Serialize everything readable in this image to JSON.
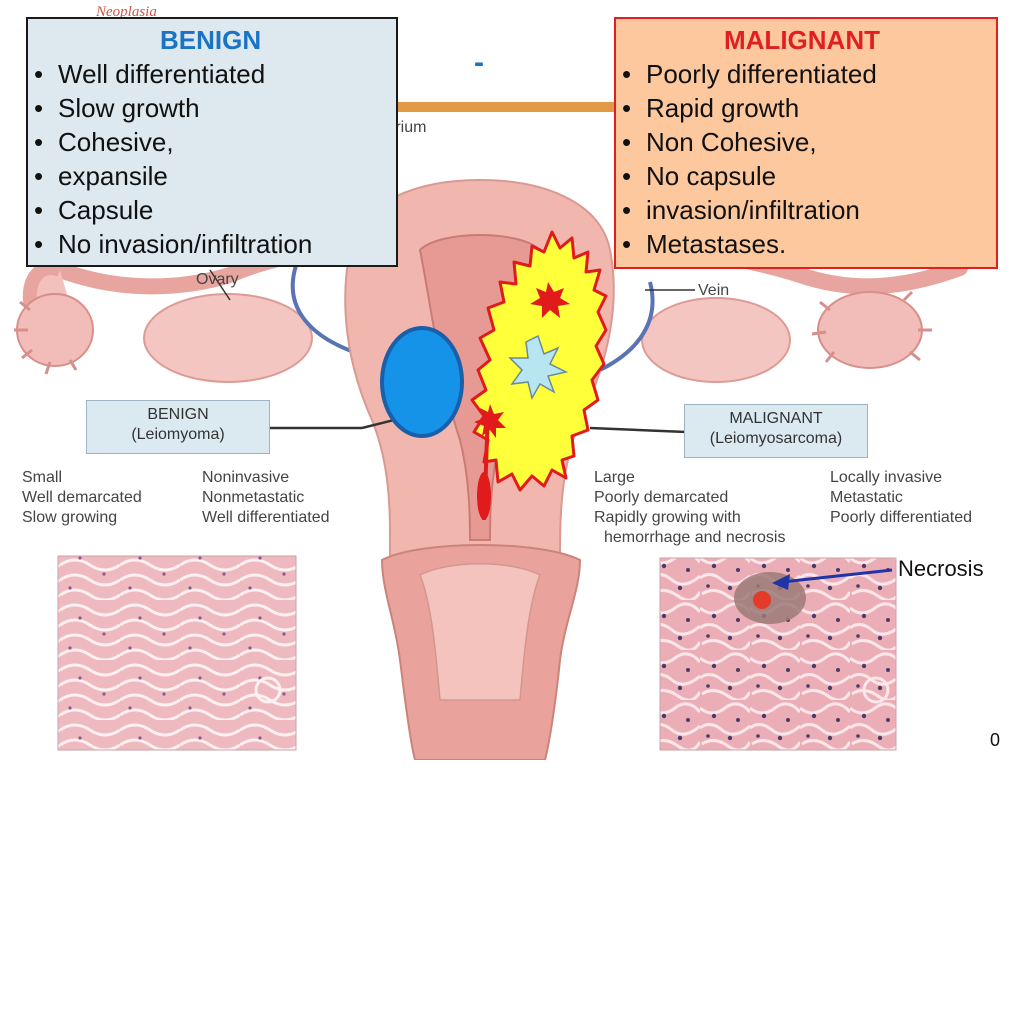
{
  "header": {
    "faint_title": "Neoplasia",
    "dash": "-"
  },
  "benign_box": {
    "title": "BENIGN",
    "items": [
      "Well differentiated",
      "Slow growth",
      "Cohesive,",
      "expansile",
      "Capsule",
      "No invasion/infiltration"
    ]
  },
  "malignant_box": {
    "title": "MALIGNANT",
    "items": [
      "Poorly differentiated",
      "Rapid growth",
      "Non Cohesive,",
      "No capsule",
      "invasion/infiltration",
      "Metastases."
    ]
  },
  "figure": {
    "labels": {
      "endometrium": "etrium",
      "ovary": "Ovary",
      "vein": "Vein"
    },
    "benign_label": {
      "line1": "BENIGN",
      "line2": "(Leiomyoma)"
    },
    "malignant_label": {
      "line1": "MALIGNANT",
      "line2": "(Leiomyosarcoma)"
    },
    "benign_features_col1": [
      "Small",
      "Well demarcated",
      "Slow growing"
    ],
    "benign_features_col2": [
      "Noninvasive",
      "Nonmetastatic",
      "Well differentiated"
    ],
    "malignant_features_col1": [
      "Large",
      "Poorly demarcated",
      "Rapidly growing with",
      "hemorrhage and necrosis"
    ],
    "malignant_features_col2": [
      "Locally invasive",
      "Metastatic",
      "Poorly differentiated"
    ],
    "necrosis_label": "Necrosis"
  },
  "page_number": "0",
  "colors": {
    "benign_title": "#1a73c4",
    "malignant_title": "#e02020",
    "benign_box_bg": "#dde9ee",
    "malignant_box_bg": "#fdc89e",
    "tumor_yellow": "#ffff3a",
    "benign_tumor_blue": "#1493e8",
    "tissue_pink": "#f0b3ad"
  }
}
